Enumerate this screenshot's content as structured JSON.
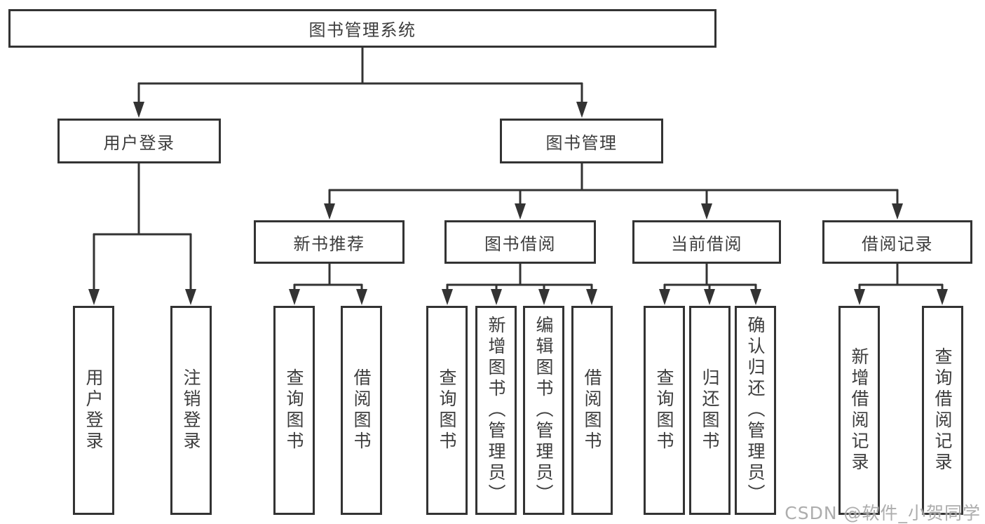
{
  "colors": {
    "line": "#333333",
    "box_border": "#333333",
    "text": "#3d3d3d",
    "background": "#ffffff",
    "watermark": "#969696"
  },
  "watermark": {
    "text": "CSDN @软件_小贺同学"
  },
  "tree": {
    "root": {
      "label": "图书管理系统"
    },
    "children": [
      {
        "label": "用户登录",
        "children": [
          {
            "label": "用户登录"
          },
          {
            "label": "注销登录"
          }
        ]
      },
      {
        "label": "图书管理",
        "children": [
          {
            "label": "新书推荐",
            "children": [
              {
                "label": "查询图书"
              },
              {
                "label": "借阅图书"
              }
            ]
          },
          {
            "label": "图书借阅",
            "children": [
              {
                "label": "查询图书"
              },
              {
                "label": "新增图书（管理员）"
              },
              {
                "label": "编辑图书（管理员）"
              },
              {
                "label": "借阅图书"
              }
            ]
          },
          {
            "label": "当前借阅",
            "children": [
              {
                "label": "查询图书"
              },
              {
                "label": "归还图书"
              },
              {
                "label": "确认归还（管理员）"
              }
            ]
          },
          {
            "label": "借阅记录",
            "children": [
              {
                "label": "新增借阅记录"
              },
              {
                "label": "查询借阅记录"
              }
            ]
          }
        ]
      }
    ]
  }
}
